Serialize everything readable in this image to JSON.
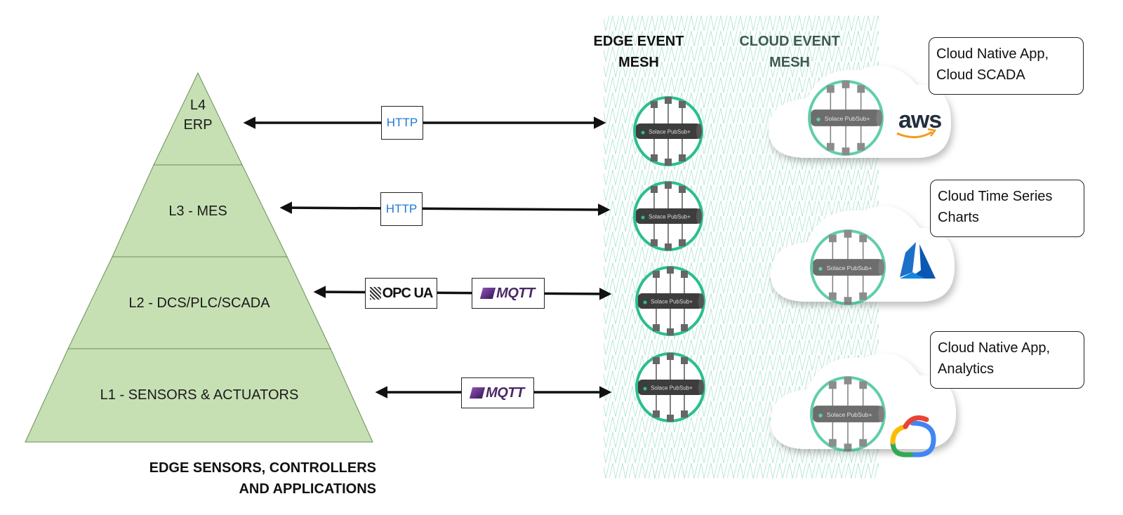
{
  "pyramid": {
    "levels": [
      {
        "line1": "L4",
        "line2": "ERP"
      },
      {
        "line1": "L3 - MES"
      },
      {
        "line1": "L2 - DCS/PLC/SCADA"
      },
      {
        "line1": "L1 - SENSORS & ACTUATORS"
      }
    ],
    "caption_line1": "EDGE SENSORS, CONTROLLERS",
    "caption_line2": "AND APPLICATIONS"
  },
  "headers": {
    "edge_line1": "EDGE EVENT",
    "edge_line2": "MESH",
    "cloud_line1": "CLOUD EVENT",
    "cloud_line2": "MESH"
  },
  "protocols": {
    "l4": "HTTP",
    "l3": "HTTP",
    "l2_opc": "OPC UA",
    "l2_mqtt": "MQTT",
    "l1_mqtt": "MQTT"
  },
  "broker_label": "Solace PubSub+",
  "callouts": {
    "aws_line1": "Cloud Native App,",
    "aws_line2": "Cloud SCADA",
    "azure_line1": "Cloud Time Series",
    "azure_line2": "Charts",
    "gcp_line1": "Cloud Native App,",
    "gcp_line2": "Analytics"
  },
  "logos": {
    "aws_text": "aws"
  },
  "colors": {
    "pyramid_fill": "#c6e0b4",
    "pyramid_stroke": "#6a8f58",
    "broker_ring": "#2bbf8a",
    "mesh_pattern": "#a9e3cd"
  }
}
